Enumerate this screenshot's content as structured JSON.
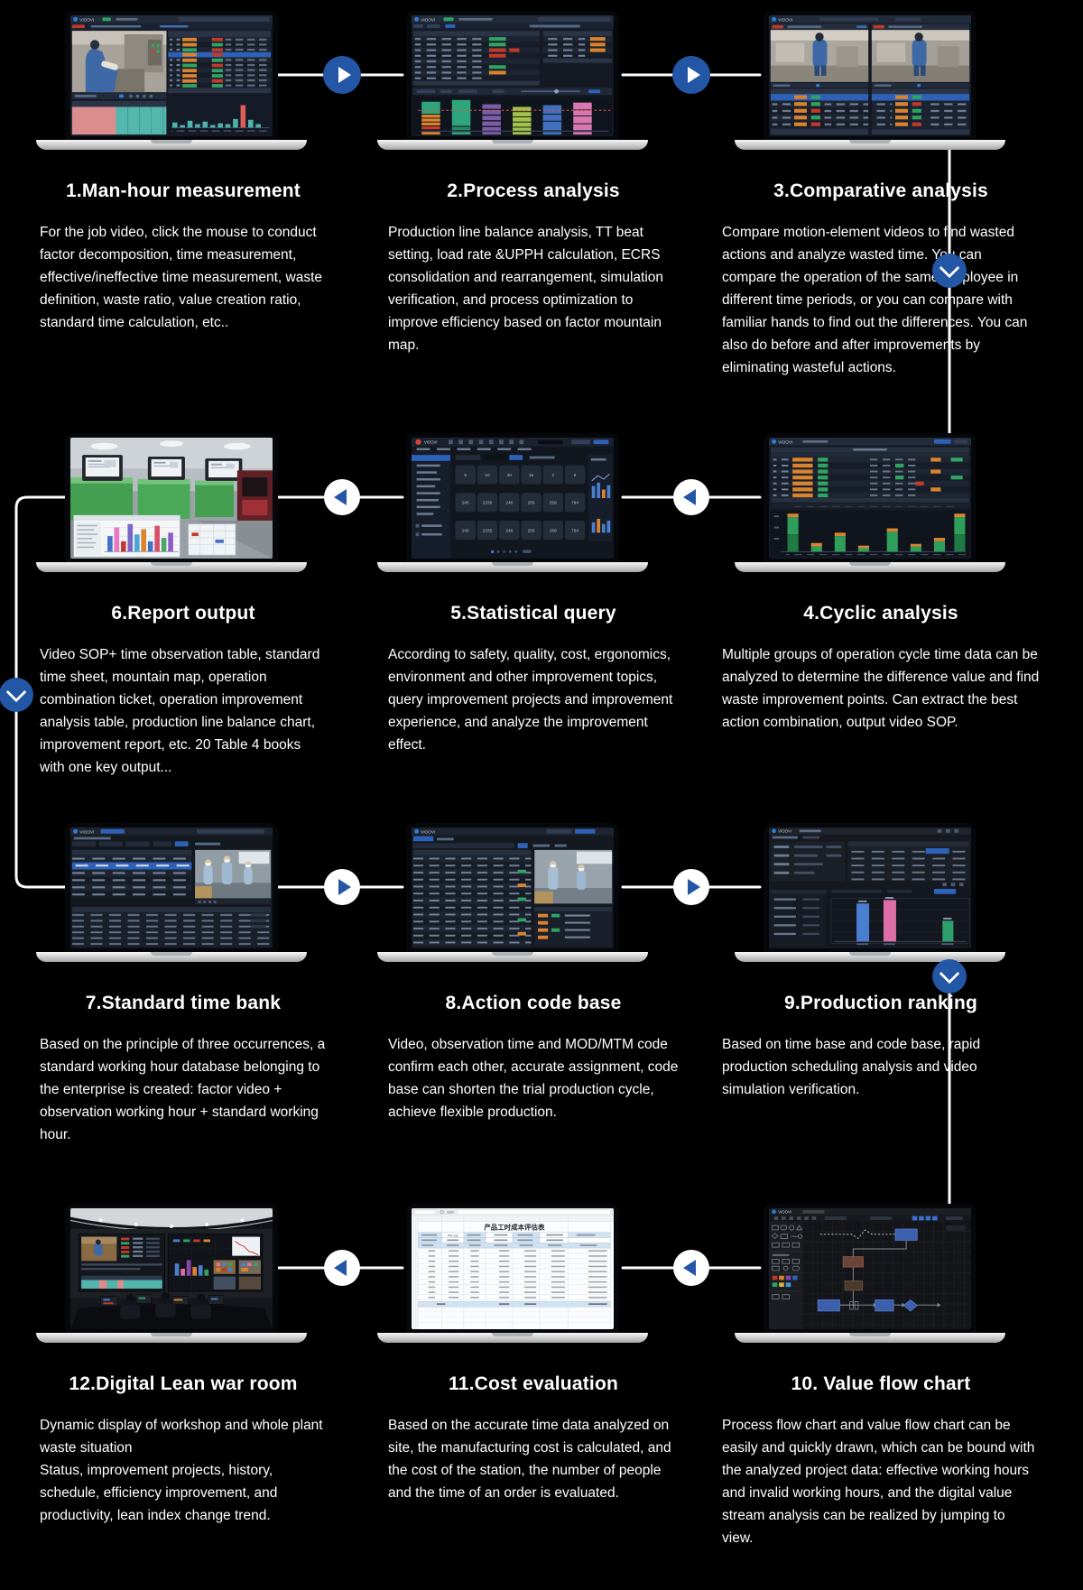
{
  "brand": "VIOOVI",
  "colors": {
    "background": "#000000",
    "arrow_blue": "#2356a5",
    "connector_white": "#ffffff",
    "title_text": "#ffffff",
    "body_text": "#ffffff"
  },
  "icons": {
    "play_forward": "play-right",
    "play_back": "play-left",
    "chevron_down": "chevron-down"
  },
  "steps": [
    {
      "key": "man-hour-measurement",
      "title": "1.Man-hour measurement",
      "description": "For the job video, click the mouse to conduct factor decomposition, time measurement, effective/ineffective time measurement, waste definition, waste ratio, value creation ratio, standard time calculation, etc.."
    },
    {
      "key": "process-analysis",
      "title": "2.Process analysis",
      "description": "Production line balance analysis, TT beat setting, load rate &UPPH calculation, ECRS consolidation and rearrangement, simulation verification, and process optimization to improve efficiency based on factor mountain map."
    },
    {
      "key": "comparative-analysis",
      "title": "3.Comparative analysis",
      "description": "Compare motion-element videos to find wasted actions and analyze wasted time. You can compare the operation of the same employee in different time periods, or you can compare with familiar hands to find out the differences. You can also do before and after improvements by eliminating wasteful actions."
    },
    {
      "key": "report-output",
      "title": "6.Report output",
      "description": "Video SOP+ time observation table, standard time sheet, mountain map, operation combination ticket, operation improvement analysis table, production line balance chart, improvement report, etc. 20 Table 4 books with one key output..."
    },
    {
      "key": "statistical-query",
      "title": "5.Statistical query",
      "description": "According to safety, quality, cost, ergonomics, environment and other improvement topics, query improvement projects and improvement experience, and analyze the improvement effect."
    },
    {
      "key": "cyclic-analysis",
      "title": "4.Cyclic analysis",
      "description": "Multiple groups of operation cycle time data can be analyzed to determine the difference value and find waste improvement points. Can extract the best action combination, output video SOP."
    },
    {
      "key": "standard-time-bank",
      "title": "7.Standard time bank",
      "description": "Based on the principle of three occurrences, a standard working hour database belonging to the enterprise is created: factor video + observation working hour + standard working hour."
    },
    {
      "key": "action-code-base",
      "title": "8.Action code base",
      "description": "Video, observation time and MOD/MTM code confirm each other, accurate assignment, code base can shorten the trial production cycle, achieve flexible production."
    },
    {
      "key": "production-ranking",
      "title": "9.Production ranking",
      "description": "Based on time base and code base, rapid production scheduling analysis and video simulation verification."
    },
    {
      "key": "digital-lean-war-room",
      "title": "12.Digital Lean war room",
      "description": "Dynamic display of workshop and whole plant waste situation\nStatus, improvement projects, history, schedule, efficiency improvement, and productivity, lean index change trend."
    },
    {
      "key": "cost-evaluation",
      "title": "11.Cost evaluation",
      "description": "Based on the accurate time data analyzed on site, the manufacturing cost is calculated, and the cost of the station, the number of people and the time of an order is evaluated."
    },
    {
      "key": "value-flow-chart",
      "title": "10. Value flow chart",
      "description": "Process flow chart and value flow chart can be easily and quickly drawn, which can be bound with the analyzed project data: effective working hours and invalid working hours, and the digital value stream analysis can be realized by jumping to view."
    }
  ],
  "statistical_screen": {
    "row1": [
      "5",
      "10",
      "30",
      "15",
      "2",
      "6"
    ],
    "row2": [
      "245",
      "2335",
      "248",
      "256",
      "258",
      "794"
    ],
    "row3": [
      "245",
      "2335",
      "248",
      "256",
      "258",
      "794"
    ]
  },
  "spreadsheet": {
    "title": "产品工时成本评估表",
    "product_code": "PW-132"
  }
}
